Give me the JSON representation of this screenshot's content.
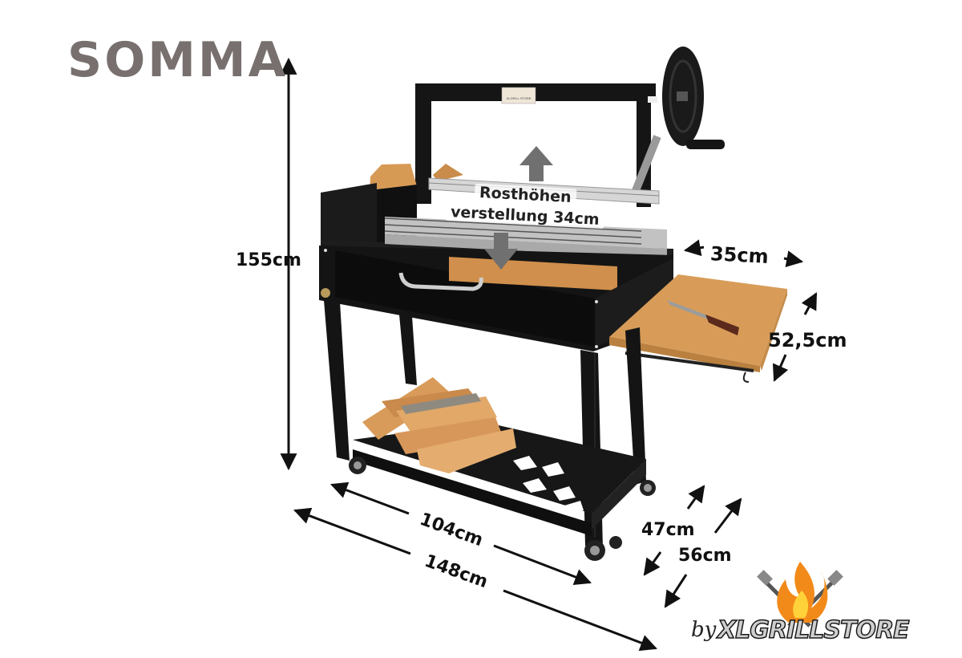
{
  "product": {
    "name": "SOMMA"
  },
  "dimensions": {
    "height": "155cm",
    "shelf_width": "35cm",
    "shelf_depth": "52,5cm",
    "inner_width": "104cm",
    "outer_width": "148cm",
    "inner_depth": "47cm",
    "outer_depth": "56cm"
  },
  "grate_adjustment": {
    "line1": "Rosthöhen",
    "line2": "verstellung 34cm"
  },
  "plate_label": "XLGRILL STORE",
  "brand": {
    "prefix": "by",
    "name": "XLGRILLSTORE"
  },
  "colors": {
    "title": "#77706e",
    "grill_body": "#151515",
    "wood": "#d79a55",
    "steel": "#c9c9c9",
    "arrow": "#111111"
  }
}
